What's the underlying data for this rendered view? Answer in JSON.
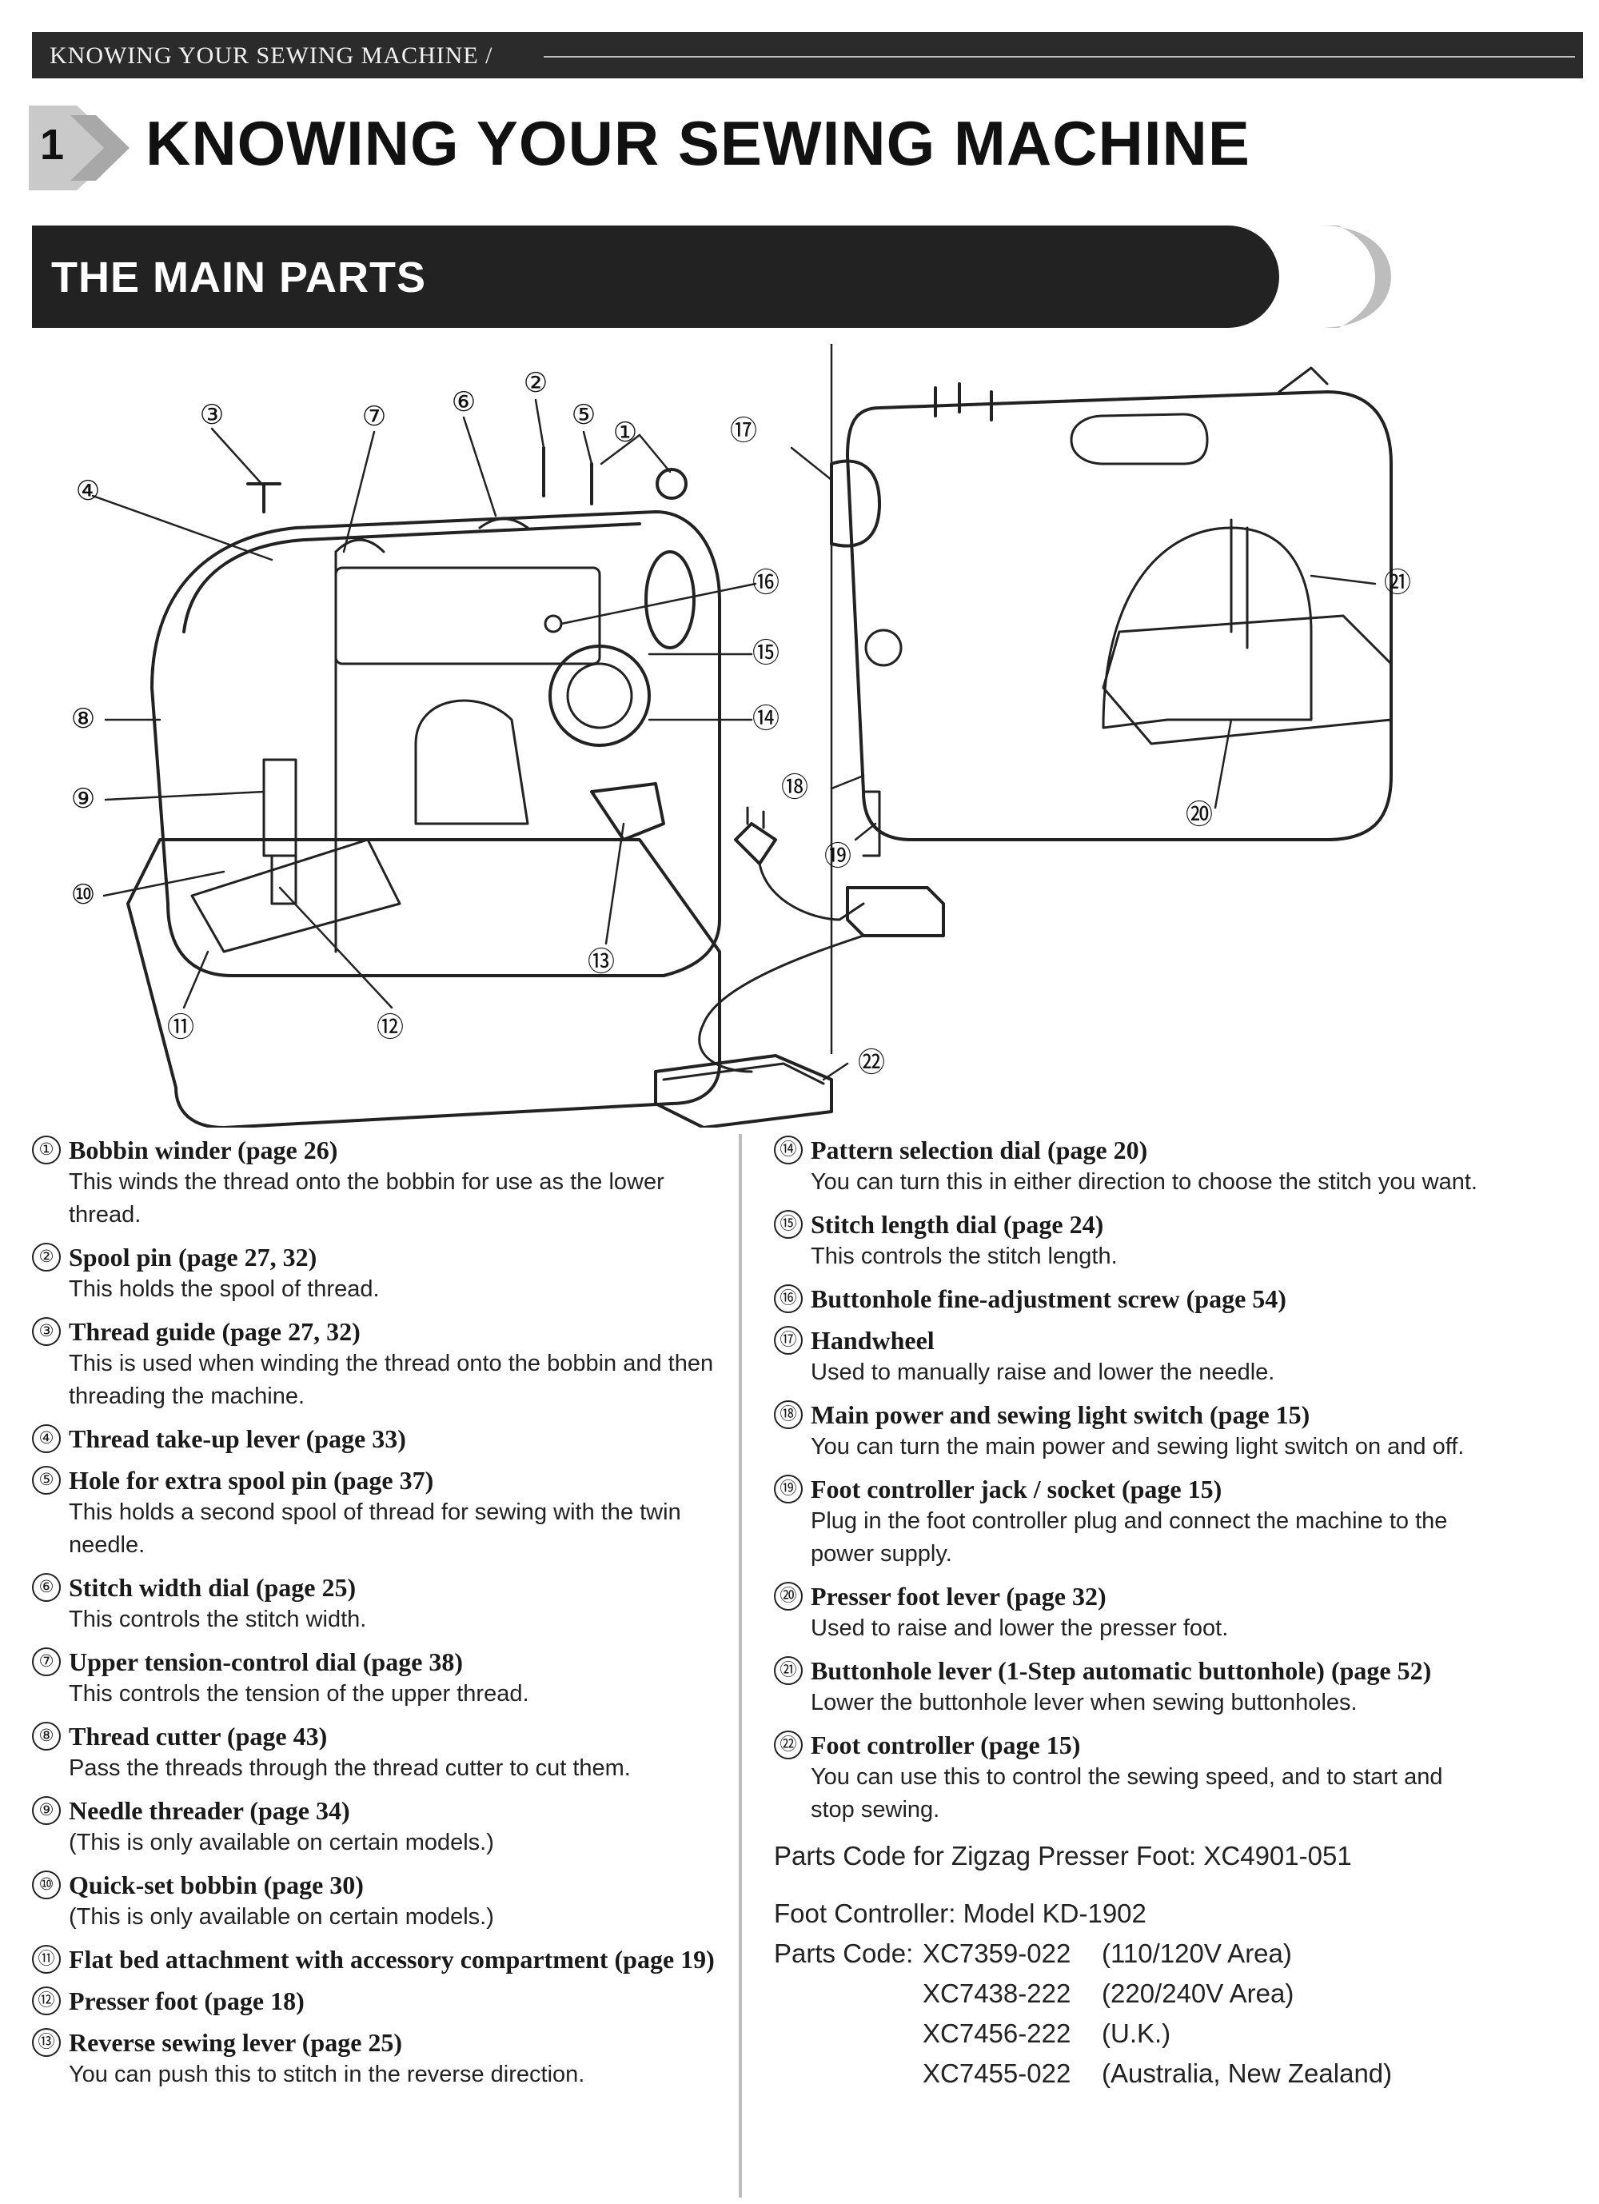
{
  "header": {
    "breadcrumb": "KNOWING YOUR SEWING MACHINE /",
    "chapter_number": "1",
    "chapter_title": "KNOWING YOUR SEWING MACHINE",
    "section_title": "THE MAIN PARTS"
  },
  "figure": {
    "callouts": [
      "①",
      "②",
      "③",
      "④",
      "⑤",
      "⑥",
      "⑦",
      "⑧",
      "⑨",
      "⑩",
      "⑪",
      "⑫",
      "⑬",
      "⑭",
      "⑮",
      "⑯",
      "⑰",
      "⑱",
      "⑲",
      "⑳",
      "㉑",
      "㉒"
    ]
  },
  "parts_left": [
    {
      "num": "①",
      "name": "Bobbin winder (page 26)",
      "desc": "This winds the thread onto the bobbin for use as the lower thread."
    },
    {
      "num": "②",
      "name": "Spool pin (page 27, 32)",
      "desc": "This holds the spool of thread."
    },
    {
      "num": "③",
      "name": "Thread guide (page 27, 32)",
      "desc": "This is used when winding the thread onto the bobbin and then threading the machine."
    },
    {
      "num": "④",
      "name": "Thread take-up lever (page 33)",
      "desc": ""
    },
    {
      "num": "⑤",
      "name": "Hole for extra spool pin (page 37)",
      "desc": "This holds a second spool of thread for sewing with the twin needle."
    },
    {
      "num": "⑥",
      "name": "Stitch width dial (page 25)",
      "desc": "This controls the stitch width."
    },
    {
      "num": "⑦",
      "name": "Upper tension-control dial (page 38)",
      "desc": "This controls the tension of the upper thread."
    },
    {
      "num": "⑧",
      "name": "Thread cutter (page 43)",
      "desc": "Pass the threads through the thread cutter to cut them."
    },
    {
      "num": "⑨",
      "name": "Needle threader (page 34)",
      "desc": "(This is only available on certain models.)"
    },
    {
      "num": "⑩",
      "name": "Quick-set bobbin (page 30)",
      "desc": "(This is only available on certain models.)"
    },
    {
      "num": "⑪",
      "name": "Flat bed attachment with accessory compartment (page 19)",
      "desc": ""
    },
    {
      "num": "⑫",
      "name": "Presser foot (page 18)",
      "desc": ""
    },
    {
      "num": "⑬",
      "name": "Reverse sewing lever (page 25)",
      "desc": "You can push this to stitch in the reverse direction."
    }
  ],
  "parts_right": [
    {
      "num": "⑭",
      "name": "Pattern selection dial (page 20)",
      "desc": "You can turn this in either direction to choose the stitch you want."
    },
    {
      "num": "⑮",
      "name": "Stitch length dial (page 24)",
      "desc": "This controls the stitch length."
    },
    {
      "num": "⑯",
      "name": "Buttonhole fine-adjustment screw (page 54)",
      "desc": ""
    },
    {
      "num": "⑰",
      "name": "Handwheel",
      "desc": "Used to manually raise and lower the needle."
    },
    {
      "num": "⑱",
      "name": "Main power and sewing light switch (page 15)",
      "desc": "You can turn the main power and sewing light switch on and off."
    },
    {
      "num": "⑲",
      "name": "Foot controller jack / socket (page 15)",
      "desc": "Plug in the foot controller plug and connect the machine to the power supply."
    },
    {
      "num": "⑳",
      "name": "Presser foot lever (page 32)",
      "desc": "Used to raise and lower the presser foot."
    },
    {
      "num": "㉑",
      "name": "Buttonhole lever (1-Step automatic buttonhole) (page 52)",
      "desc": "Lower the buttonhole lever when sewing buttonholes."
    },
    {
      "num": "㉒",
      "name": "Foot controller (page 15)",
      "desc": "You can use this to control the sewing speed, and to start and stop sewing."
    }
  ],
  "codes": {
    "presser_foot": "Parts Code for Zigzag Presser Foot: XC4901-051",
    "foot_controller_model": "Foot Controller: Model KD-1902",
    "parts_code_label": "Parts Code:",
    "items": [
      {
        "code": "XC7359-022",
        "area": "(110/120V Area)"
      },
      {
        "code": "XC7438-222",
        "area": "(220/240V Area)"
      },
      {
        "code": "XC7456-222",
        "area": "(U.K.)"
      },
      {
        "code": "XC7455-022",
        "area": "(Australia, New Zealand)"
      }
    ]
  }
}
